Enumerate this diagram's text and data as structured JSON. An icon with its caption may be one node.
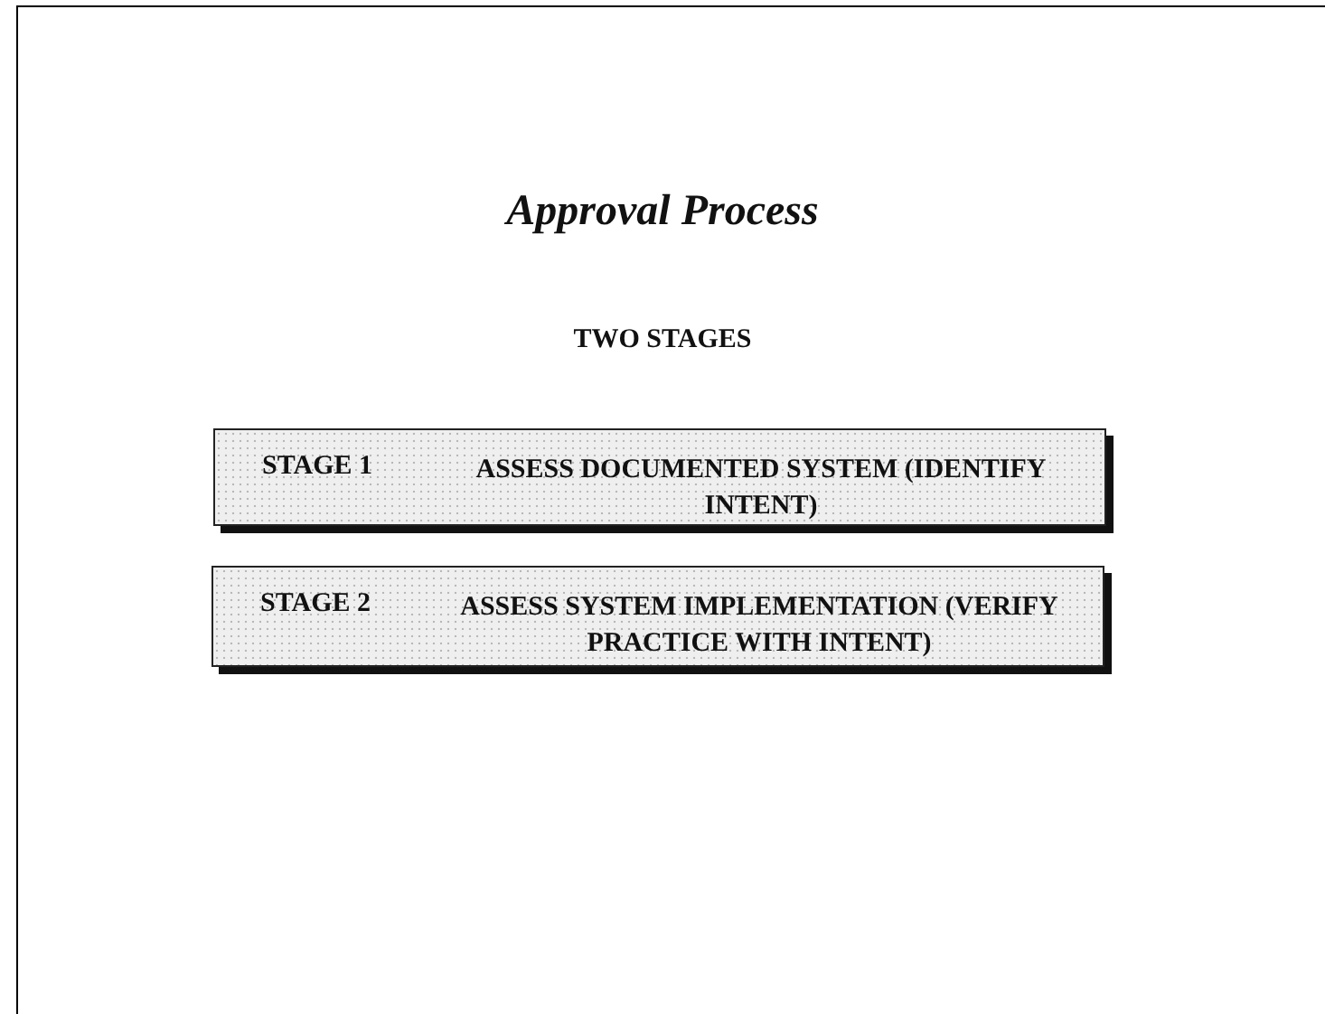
{
  "diagram": {
    "title": "Approval Process",
    "nodes": [
      {
        "text": [
          "STAGE 1",
          "ASSESS DOCUMENTED SYSTEM (IDENTIFY INTENT)"
        ]
      },
      {
        "text": [
          "STAGE 2",
          "ASSESS SYSTEM IMPLEMENTATION (VERIFY PRACTICE WITH INTENT)"
        ]
      }
    ],
    "labels": [
      "TWO STAGES"
    ]
  }
}
